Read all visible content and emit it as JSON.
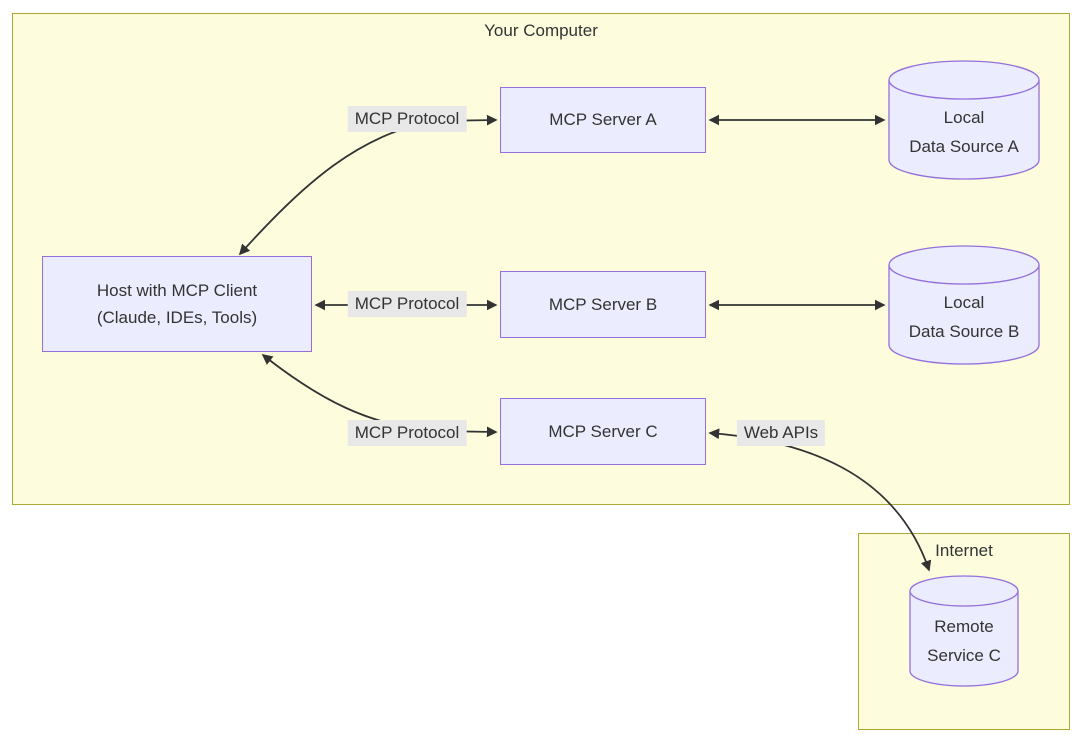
{
  "diagram": {
    "type": "flowchart",
    "clusters": {
      "your_computer": {
        "title": "Your Computer"
      },
      "internet": {
        "title": "Internet"
      }
    },
    "nodes": {
      "host": {
        "line1": "Host with MCP Client",
        "line2": "(Claude, IDEs, Tools)"
      },
      "server_a": {
        "label": "MCP Server A"
      },
      "server_b": {
        "label": "MCP Server B"
      },
      "server_c": {
        "label": "MCP Server C"
      },
      "data_source_a": {
        "line1": "Local",
        "line2": "Data Source A"
      },
      "data_source_b": {
        "line1": "Local",
        "line2": "Data Source B"
      },
      "remote_service_c": {
        "line1": "Remote",
        "line2": "Service C"
      }
    },
    "edges": [
      {
        "from": "host",
        "to": "server_a",
        "label": "MCP Protocol",
        "bidirectional": true
      },
      {
        "from": "host",
        "to": "server_b",
        "label": "MCP Protocol",
        "bidirectional": true
      },
      {
        "from": "host",
        "to": "server_c",
        "label": "MCP Protocol",
        "bidirectional": true
      },
      {
        "from": "server_a",
        "to": "data_source_a",
        "label": "",
        "bidirectional": true
      },
      {
        "from": "server_b",
        "to": "data_source_b",
        "label": "",
        "bidirectional": true
      },
      {
        "from": "server_c",
        "to": "remote_service_c",
        "label": "Web APIs",
        "bidirectional": true
      }
    ],
    "colors": {
      "node_fill": "#ECECFF",
      "node_border": "#9370DB",
      "cluster_fill": "#FDFDDE",
      "cluster_border": "#AAAA33",
      "edge_label_bg": "#E8E8E8",
      "edge_color": "#333333",
      "text_color": "#333333",
      "background": "#FFFFFF"
    }
  }
}
